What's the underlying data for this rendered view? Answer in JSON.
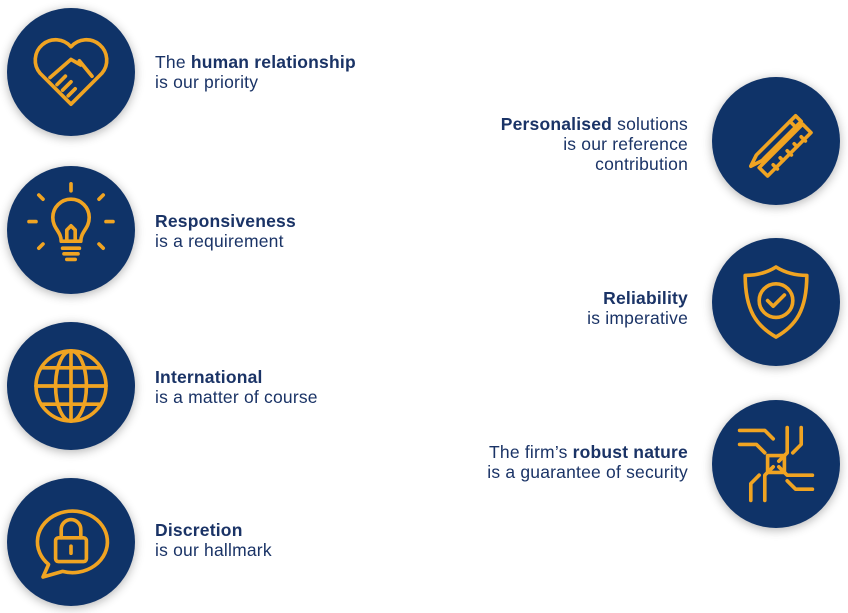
{
  "items": [
    {
      "icon": "handshake-heart-icon",
      "pre": "The ",
      "bold": "human relationship",
      "post": "",
      "line2": "is our priority",
      "line3": ""
    },
    {
      "icon": "lightbulb-icon",
      "pre": "",
      "bold": "Responsiveness",
      "post": "",
      "line2": "is a requirement",
      "line3": ""
    },
    {
      "icon": "globe-icon",
      "pre": "",
      "bold": "International",
      "post": "",
      "line2": "is a matter of course",
      "line3": ""
    },
    {
      "icon": "speech-bubble-lock-icon",
      "pre": "",
      "bold": "Discretion",
      "post": "",
      "line2": "is our hallmark",
      "line3": ""
    },
    {
      "icon": "pencil-ruler-icon",
      "pre": "",
      "bold": "Personalised",
      "post": " solutions",
      "line2": "is our reference",
      "line3": "contribution"
    },
    {
      "icon": "shield-check-icon",
      "pre": "",
      "bold": "Reliability",
      "post": "",
      "line2": "is imperative",
      "line3": ""
    },
    {
      "icon": "joined-hands-icon",
      "pre": "The firm’s ",
      "bold": "robust nature",
      "post": "",
      "line2": "is a guarantee of security",
      "line3": ""
    }
  ],
  "colors": {
    "circle": "#0f3368",
    "icon": "#f0a422",
    "text": "#1a3366"
  }
}
